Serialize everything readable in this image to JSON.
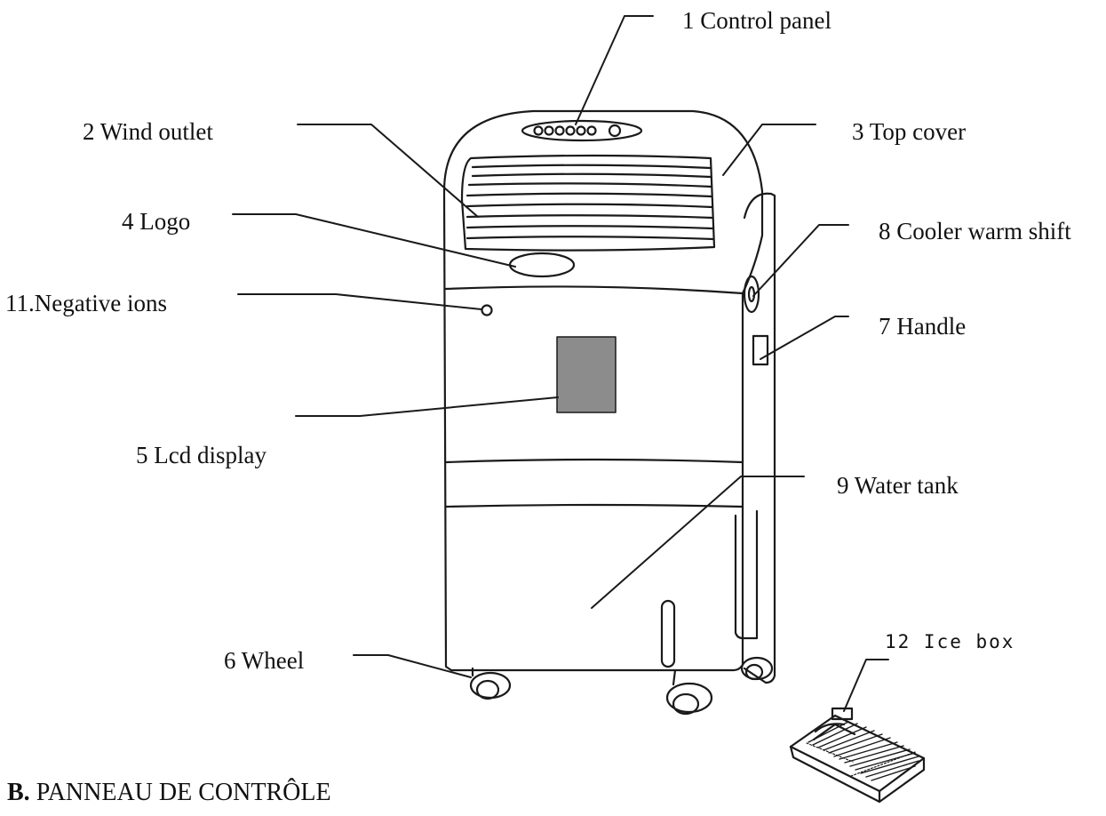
{
  "diagram": {
    "labels": {
      "control_panel": "1 Control panel",
      "wind_outlet": "2 Wind outlet",
      "top_cover": "3 Top cover",
      "logo": "4 Logo",
      "lcd_display": "5 Lcd display",
      "wheel": "6 Wheel",
      "handle": "7 Handle",
      "cooler_warm_shift": "8 Cooler warm shift",
      "water_tank": "9 Water tank",
      "negative_ions": "11.Negative ions",
      "ice_box": "12 Ice box"
    },
    "section_heading": {
      "prefix": "B.",
      "text": "PANNEAU DE CONTRÔLE"
    },
    "colors": {
      "line": "#1a1a1a",
      "display_fill": "#8c8c8c"
    }
  }
}
